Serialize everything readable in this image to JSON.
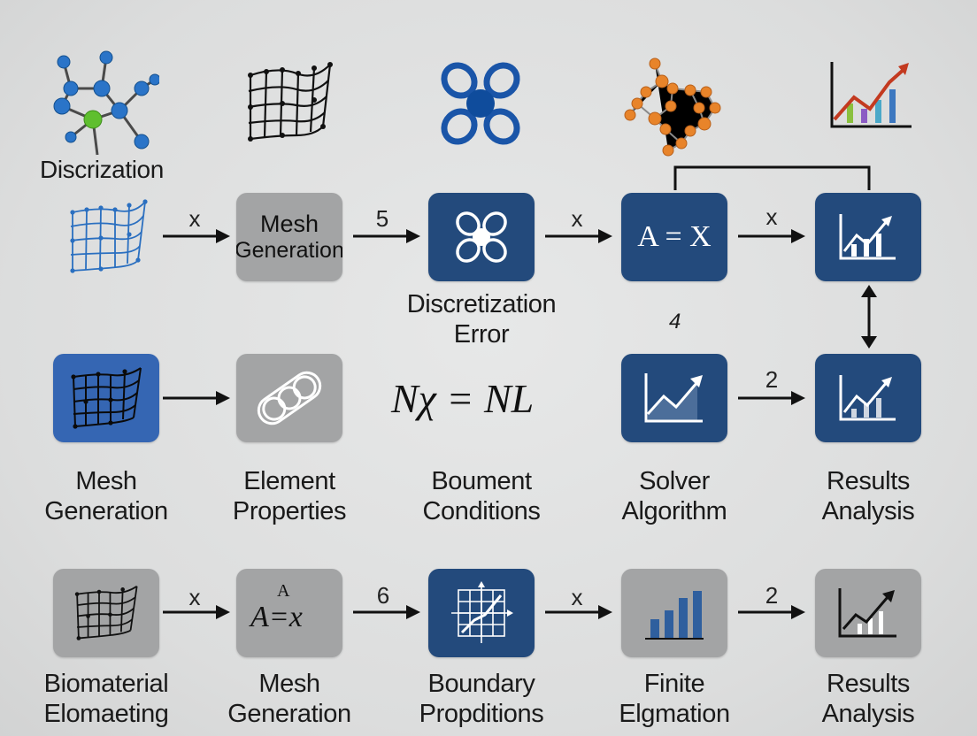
{
  "top_label": "Discrization",
  "row1": {
    "box2_text": "Mesh Generation",
    "box2_line1": "Mesh",
    "box2_line2": "Generation",
    "box4_text": "A = X",
    "label_below_box3_line1": "Discretization",
    "label_below_box3_line2": "Error",
    "arrow_labels": [
      "x",
      "5",
      "x",
      "x"
    ],
    "vertical_mark": "4"
  },
  "row2": {
    "equation": "Nχ = NL",
    "arrow_labels": [
      "2"
    ],
    "labels": [
      {
        "line1": "Mesh",
        "line2": "Generation"
      },
      {
        "line1": "Element",
        "line2": "Properties"
      },
      {
        "line1": "Boument",
        "line2": "Conditions"
      },
      {
        "line1": "Solver",
        "line2": "Algorithm"
      },
      {
        "line1": "Results",
        "line2": "Analysis"
      }
    ]
  },
  "row3": {
    "box2_text_top": "A",
    "box2_text_main": "A=x",
    "arrow_labels": [
      "x",
      "6",
      "x",
      "2"
    ],
    "labels": [
      {
        "line1": "Biomaterial",
        "line2": "Elomaeting"
      },
      {
        "line1": "Mesh",
        "line2": "Generation"
      },
      {
        "line1": "Boundary",
        "line2": "Propditions"
      },
      {
        "line1": "Finite",
        "line2": "Elgmation"
      },
      {
        "line1": "Results",
        "line2": "Analysis"
      }
    ]
  },
  "colors": {
    "navy": "#234a7c",
    "gray": "#a3a4a5",
    "blue": "#3566b3",
    "orange": "#e8842a",
    "red_arrow": "#c33a20"
  }
}
